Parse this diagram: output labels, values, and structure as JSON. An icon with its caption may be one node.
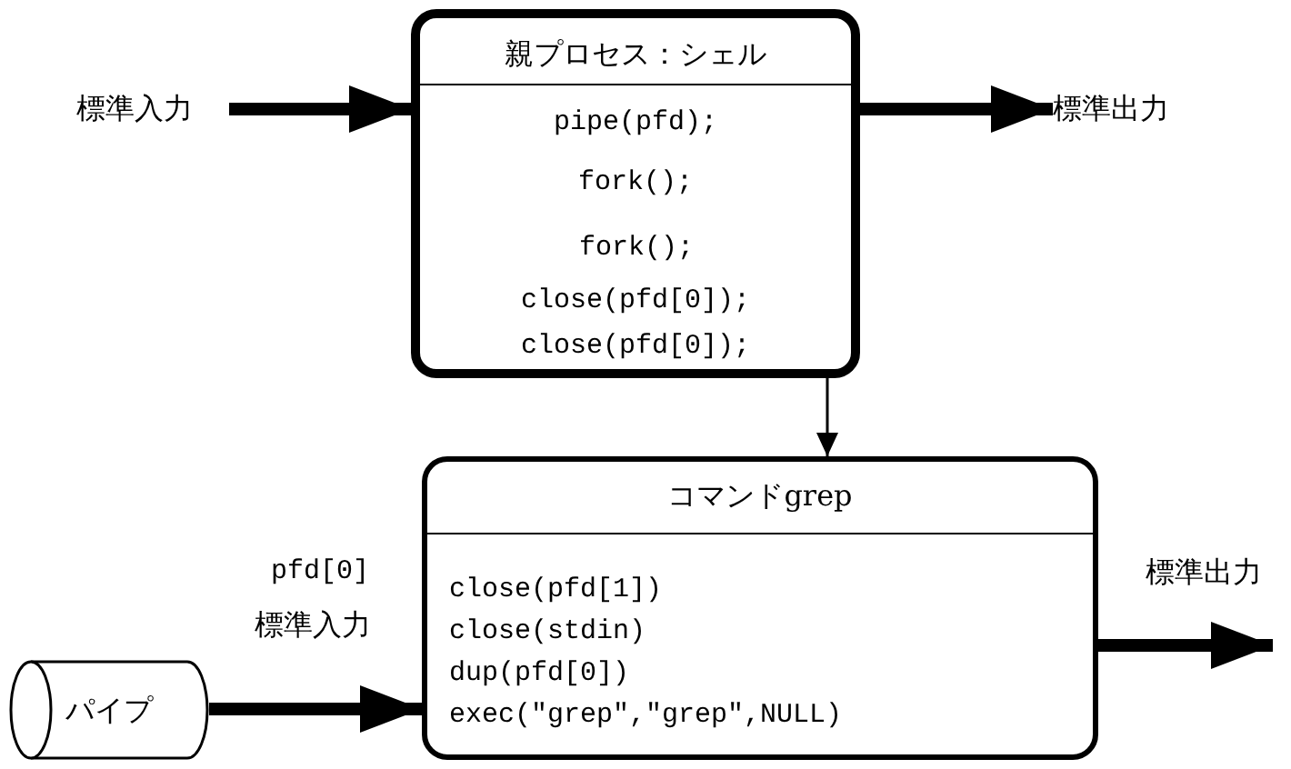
{
  "diagram": {
    "nodes": [
      {
        "text": [
          "親プロセス：シェル",
          "pipe(pfd);",
          "fork();",
          "close(pfd[0]);",
          "close(pfd[0]);"
        ]
      },
      {
        "text": [
          "fork();"
        ],
        "in": 0
      },
      {
        "text": [
          "標準入力"
        ]
      },
      {
        "text": [
          "標準出力"
        ]
      },
      {
        "text": [
          "コマンドgrep",
          "close(pfd[1])",
          "close(stdin)",
          "dup(pfd[0])",
          "exec(\"grep\",\"grep\",NULL)"
        ]
      },
      {
        "text": [
          "パイプ"
        ]
      }
    ],
    "edges": [
      {
        "from": 2,
        "to": 0,
        "arrow": "to"
      },
      {
        "from": 0,
        "to": 3,
        "arrow": "to"
      },
      {
        "from": 1,
        "to": 4,
        "arrow": "to"
      },
      {
        "from": 4,
        "to": null,
        "arrow": "to",
        "label": "標準出力"
      },
      {
        "from": 5,
        "to": 4,
        "arrow": "to"
      }
    ],
    "labels": [
      "pfd[0]",
      "標準入力"
    ]
  }
}
